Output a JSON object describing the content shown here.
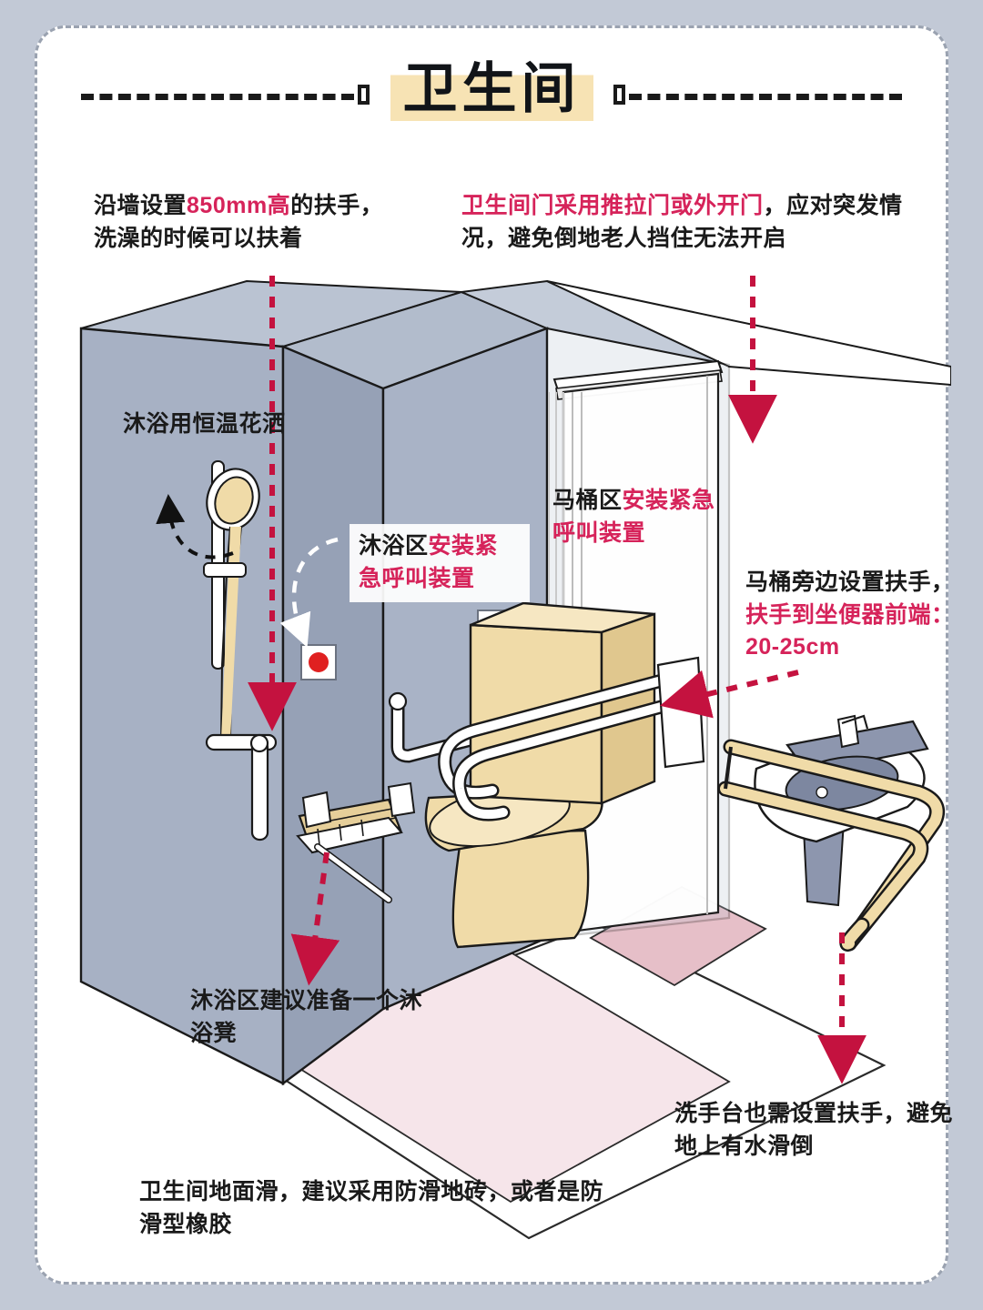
{
  "page": {
    "background_color": "#c2c9d6",
    "card_color": "#ffffff",
    "card_border_color": "#9aa2b0"
  },
  "header": {
    "title": "卫生间",
    "title_highlight_color": "#f7e3b4",
    "rule_style": "dashed",
    "rule_color": "#1a1a1a"
  },
  "colors": {
    "accent_red": "#d6235a",
    "arrow_red": "#c4123f",
    "wall": "#9fa9bd",
    "wall_dark": "#8b96ab",
    "fixture_tan": "#f0dba8",
    "fixture_tan_dark": "#e0c78e",
    "basin_blue": "#8d96ae",
    "floor_mat_pink": "#f6e5ea",
    "floor_strip_pink": "#e6bfc8",
    "grab_bar_white": "#ffffff",
    "outline": "#1a1a1a"
  },
  "notes": {
    "rail_height": {
      "black_1": "沿墙设置",
      "red_1": "850mm高",
      "black_2": "的扶手，洗澡的时候可以扶着"
    },
    "door": {
      "red_1": "卫生间门采用推拉门或外开门",
      "black_1": "，应对突发情况，避免倒地老人挡住无法开启"
    },
    "shower_head": {
      "text": "沐浴用恒温花洒"
    },
    "shower_call": {
      "black_1": "沐浴区",
      "red_1": "安装紧急呼叫装置"
    },
    "toilet_call": {
      "black_1": "马桶区",
      "red_1": "安装紧急呼叫装置"
    },
    "toilet_bar": {
      "black_1": "马桶旁边设置扶手",
      "black_2": "，",
      "red_1": "扶手到坐便器前端：20-25cm"
    },
    "stool": {
      "text": "沐浴区建议准备一个沐浴凳"
    },
    "sink_bar": {
      "text": "洗手台也需设置扶手，避免地上有水滑倒"
    },
    "floor": {
      "text": "卫生间地面滑，建议采用防滑地砖，或者是防滑型橡胶"
    }
  },
  "scene": {
    "elements": [
      "shower-wall",
      "shower-head",
      "vertical-grab-bar",
      "horizontal-grab-bar",
      "folding-shower-seat",
      "emergency-call-button-shower",
      "emergency-call-button-toilet",
      "sliding-door",
      "toilet",
      "toilet-grab-bar",
      "sink",
      "sink-grab-bar",
      "floor-mat",
      "floor-strip"
    ]
  }
}
